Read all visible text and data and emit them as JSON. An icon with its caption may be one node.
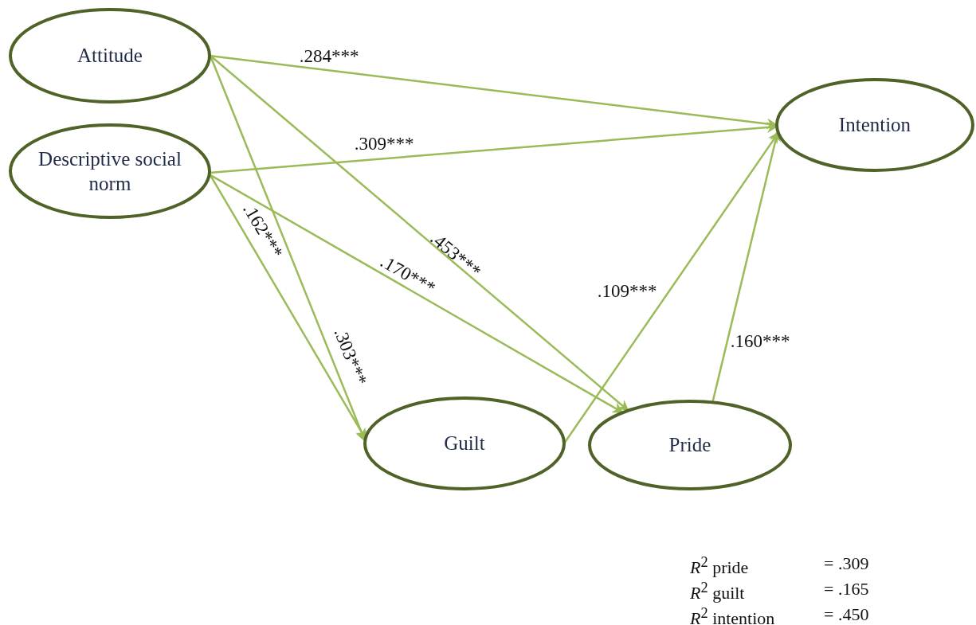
{
  "diagram": {
    "nodes": [
      {
        "text": [
          "Attitude"
        ]
      },
      {
        "text": [
          "Descriptive social norm"
        ]
      },
      {
        "text": [
          "Intention"
        ]
      },
      {
        "text": [
          "Guilt"
        ]
      },
      {
        "text": [
          "Pride"
        ]
      }
    ],
    "edges": [
      {
        "from": 0,
        "to": 2,
        "arrow": "to",
        "label": ".284***"
      },
      {
        "from": 1,
        "to": 2,
        "arrow": "to",
        "label": ".309***"
      },
      {
        "from": 0,
        "to": 3,
        "arrow": "to",
        "label": ".303***"
      },
      {
        "from": 1,
        "to": 3,
        "arrow": "to",
        "label": ".162***"
      },
      {
        "from": 0,
        "to": 4,
        "arrow": "to",
        "label": ".453***"
      },
      {
        "from": 1,
        "to": 4,
        "arrow": "to",
        "label": ".170***"
      },
      {
        "from": 3,
        "to": 2,
        "arrow": "to",
        "label": ".109***"
      },
      {
        "from": 4,
        "to": 2,
        "arrow": "to",
        "label": ".160***"
      }
    ],
    "labels": [
      "*R*$^{2}$ pride",
      "= .309",
      "*R*$^{2}$ guilt",
      "= .165",
      "*R*$^{2}$ intention",
      "= .450"
    ]
  }
}
